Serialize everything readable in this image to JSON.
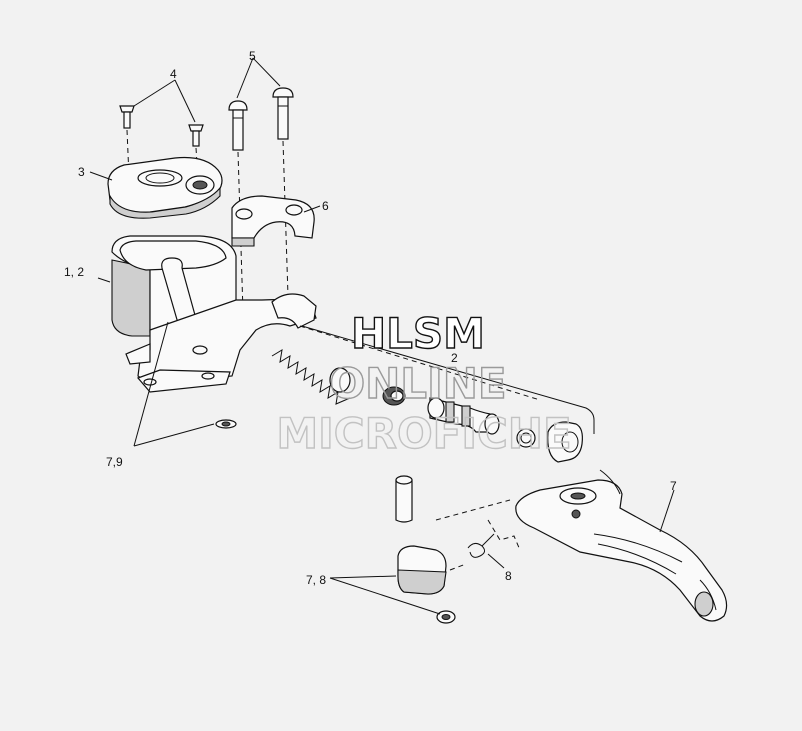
{
  "callouts": {
    "c4": "4",
    "c5": "5",
    "c3": "3",
    "c6": "6",
    "c12": "1, 2",
    "c2": "2",
    "c79": "7,9",
    "c7": "7",
    "c8": "8",
    "c78": "7, 8"
  },
  "watermark": {
    "line1": "HLSM",
    "line2": "ONLINE",
    "line3": "MICROFICHE"
  }
}
